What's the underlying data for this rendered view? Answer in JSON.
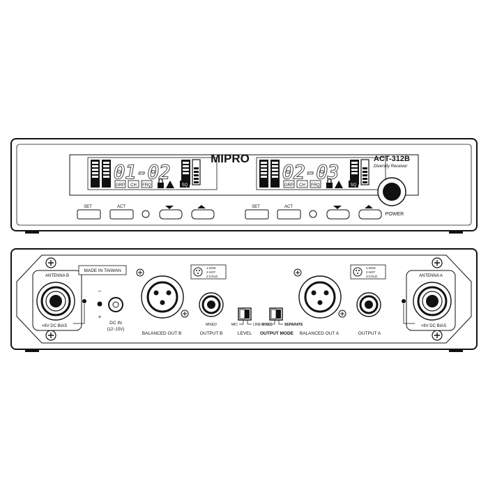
{
  "front": {
    "brand": "MIPRO",
    "model": "ACT-312B",
    "subtitle": "Diversity  Receiver",
    "power_label": "POWER",
    "channels": [
      {
        "display": "01-02",
        "icons": [
          "GRP",
          "CH",
          "FRQ"
        ],
        "sq": "SQ",
        "set": "SET",
        "act": "ACT"
      },
      {
        "display": "02-03",
        "icons": [
          "GRP",
          "CH",
          "FRQ"
        ],
        "sq": "SQ",
        "set": "SET",
        "act": "ACT"
      }
    ]
  },
  "rear": {
    "made_in": "MADE IN TAIWAN",
    "antenna_b": "ANTENNA B",
    "antenna_a": "ANTENNA A",
    "bias_b": "+8V DC BIAS",
    "bias_a": "+8V DC BIAS",
    "polarity_minus": "–",
    "polarity_plus": "+",
    "dc_in": "DC IN",
    "dc_in_range": "(12~15V)",
    "balanced_out_b": "BALANCED OUT B",
    "balanced_out_a": "BALANCED OUT A",
    "output_b": "OUTPUT B",
    "output_a": "OUTPUT A",
    "mixed": "MIXED",
    "level": "LEVEL",
    "level_mic": "MIC",
    "level_line": "LINE",
    "output_mode": "OUTPUT MODE",
    "mode_mixed": "MIXED",
    "mode_separate": "SEPARATE",
    "pins_b": [
      "1:GND",
      "2:HOT",
      "3:COLD"
    ],
    "pins_a": [
      "1:GND",
      "2:HOT",
      "3:COLD"
    ]
  }
}
